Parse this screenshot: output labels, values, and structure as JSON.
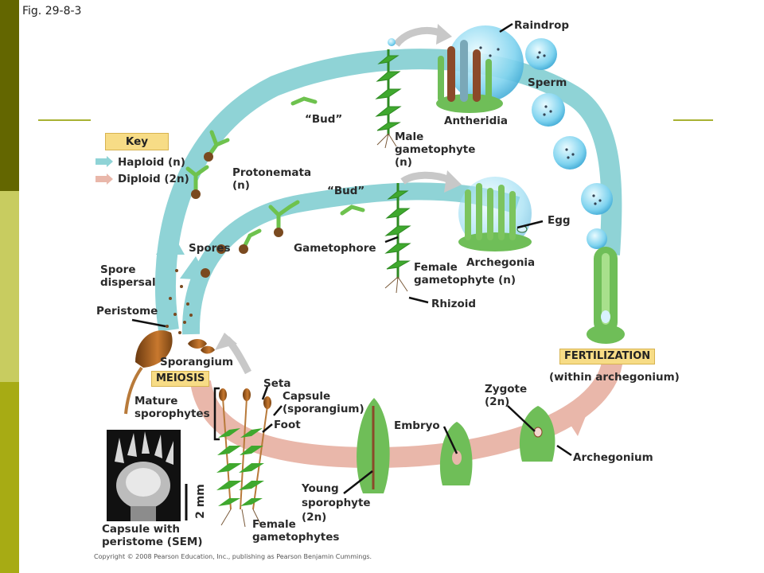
{
  "figure_number": "Fig. 29-8-3",
  "copyright": "Copyright © 2008 Pearson Education, Inc., publishing as Pearson Benjamin Cummings.",
  "key": {
    "title": "Key",
    "haploid": "Haploid (n)",
    "diploid": "Diploid (2n)"
  },
  "colors": {
    "haploid_arrow": "#8fd3d6",
    "diploid_arrow": "#e9b7aa",
    "label_box": "#f7dc86",
    "sidebar_dark": "#636600",
    "sidebar_light": "#c8cc60",
    "moss_green": "#3a9a2a",
    "rule_line": "#a8b232"
  },
  "labels": {
    "raindrop": "Raindrop",
    "sperm": "Sperm",
    "antheridia": "Antheridia",
    "bud_top": "“Bud”",
    "male_gametophyte": "Male\ngametophyte\n(n)",
    "protonemata": "Protonemata\n(n)",
    "bud_middle": "“Bud”",
    "egg": "Egg",
    "spores": "Spores",
    "gametophore": "Gametophore",
    "archegonia": "Archegonia",
    "female_gametophyte": "Female\ngametophyte (n)",
    "rhizoid": "Rhizoid",
    "spore_dispersal": "Spore\ndispersal",
    "peristome": "Peristome",
    "sporangium": "Sporangium",
    "meiosis": "MEIOSIS",
    "fertilization": "FERTILIZATION",
    "within_archegonium": "(within archegonium)",
    "seta": "Seta",
    "capsule": "Capsule\n(sporangium)",
    "mature_sporophytes": "Mature\nsporophytes",
    "foot": "Foot",
    "zygote": "Zygote\n(2n)",
    "embryo": "Embryo",
    "archegonium": "Archegonium",
    "young_sporophyte": "Young\nsporophyte\n(2n)",
    "scale_bar": "2 mm",
    "capsule_with_peristome": "Capsule with\nperistome (SEM)",
    "female_gametophytes": "Female\ngametophytes"
  }
}
